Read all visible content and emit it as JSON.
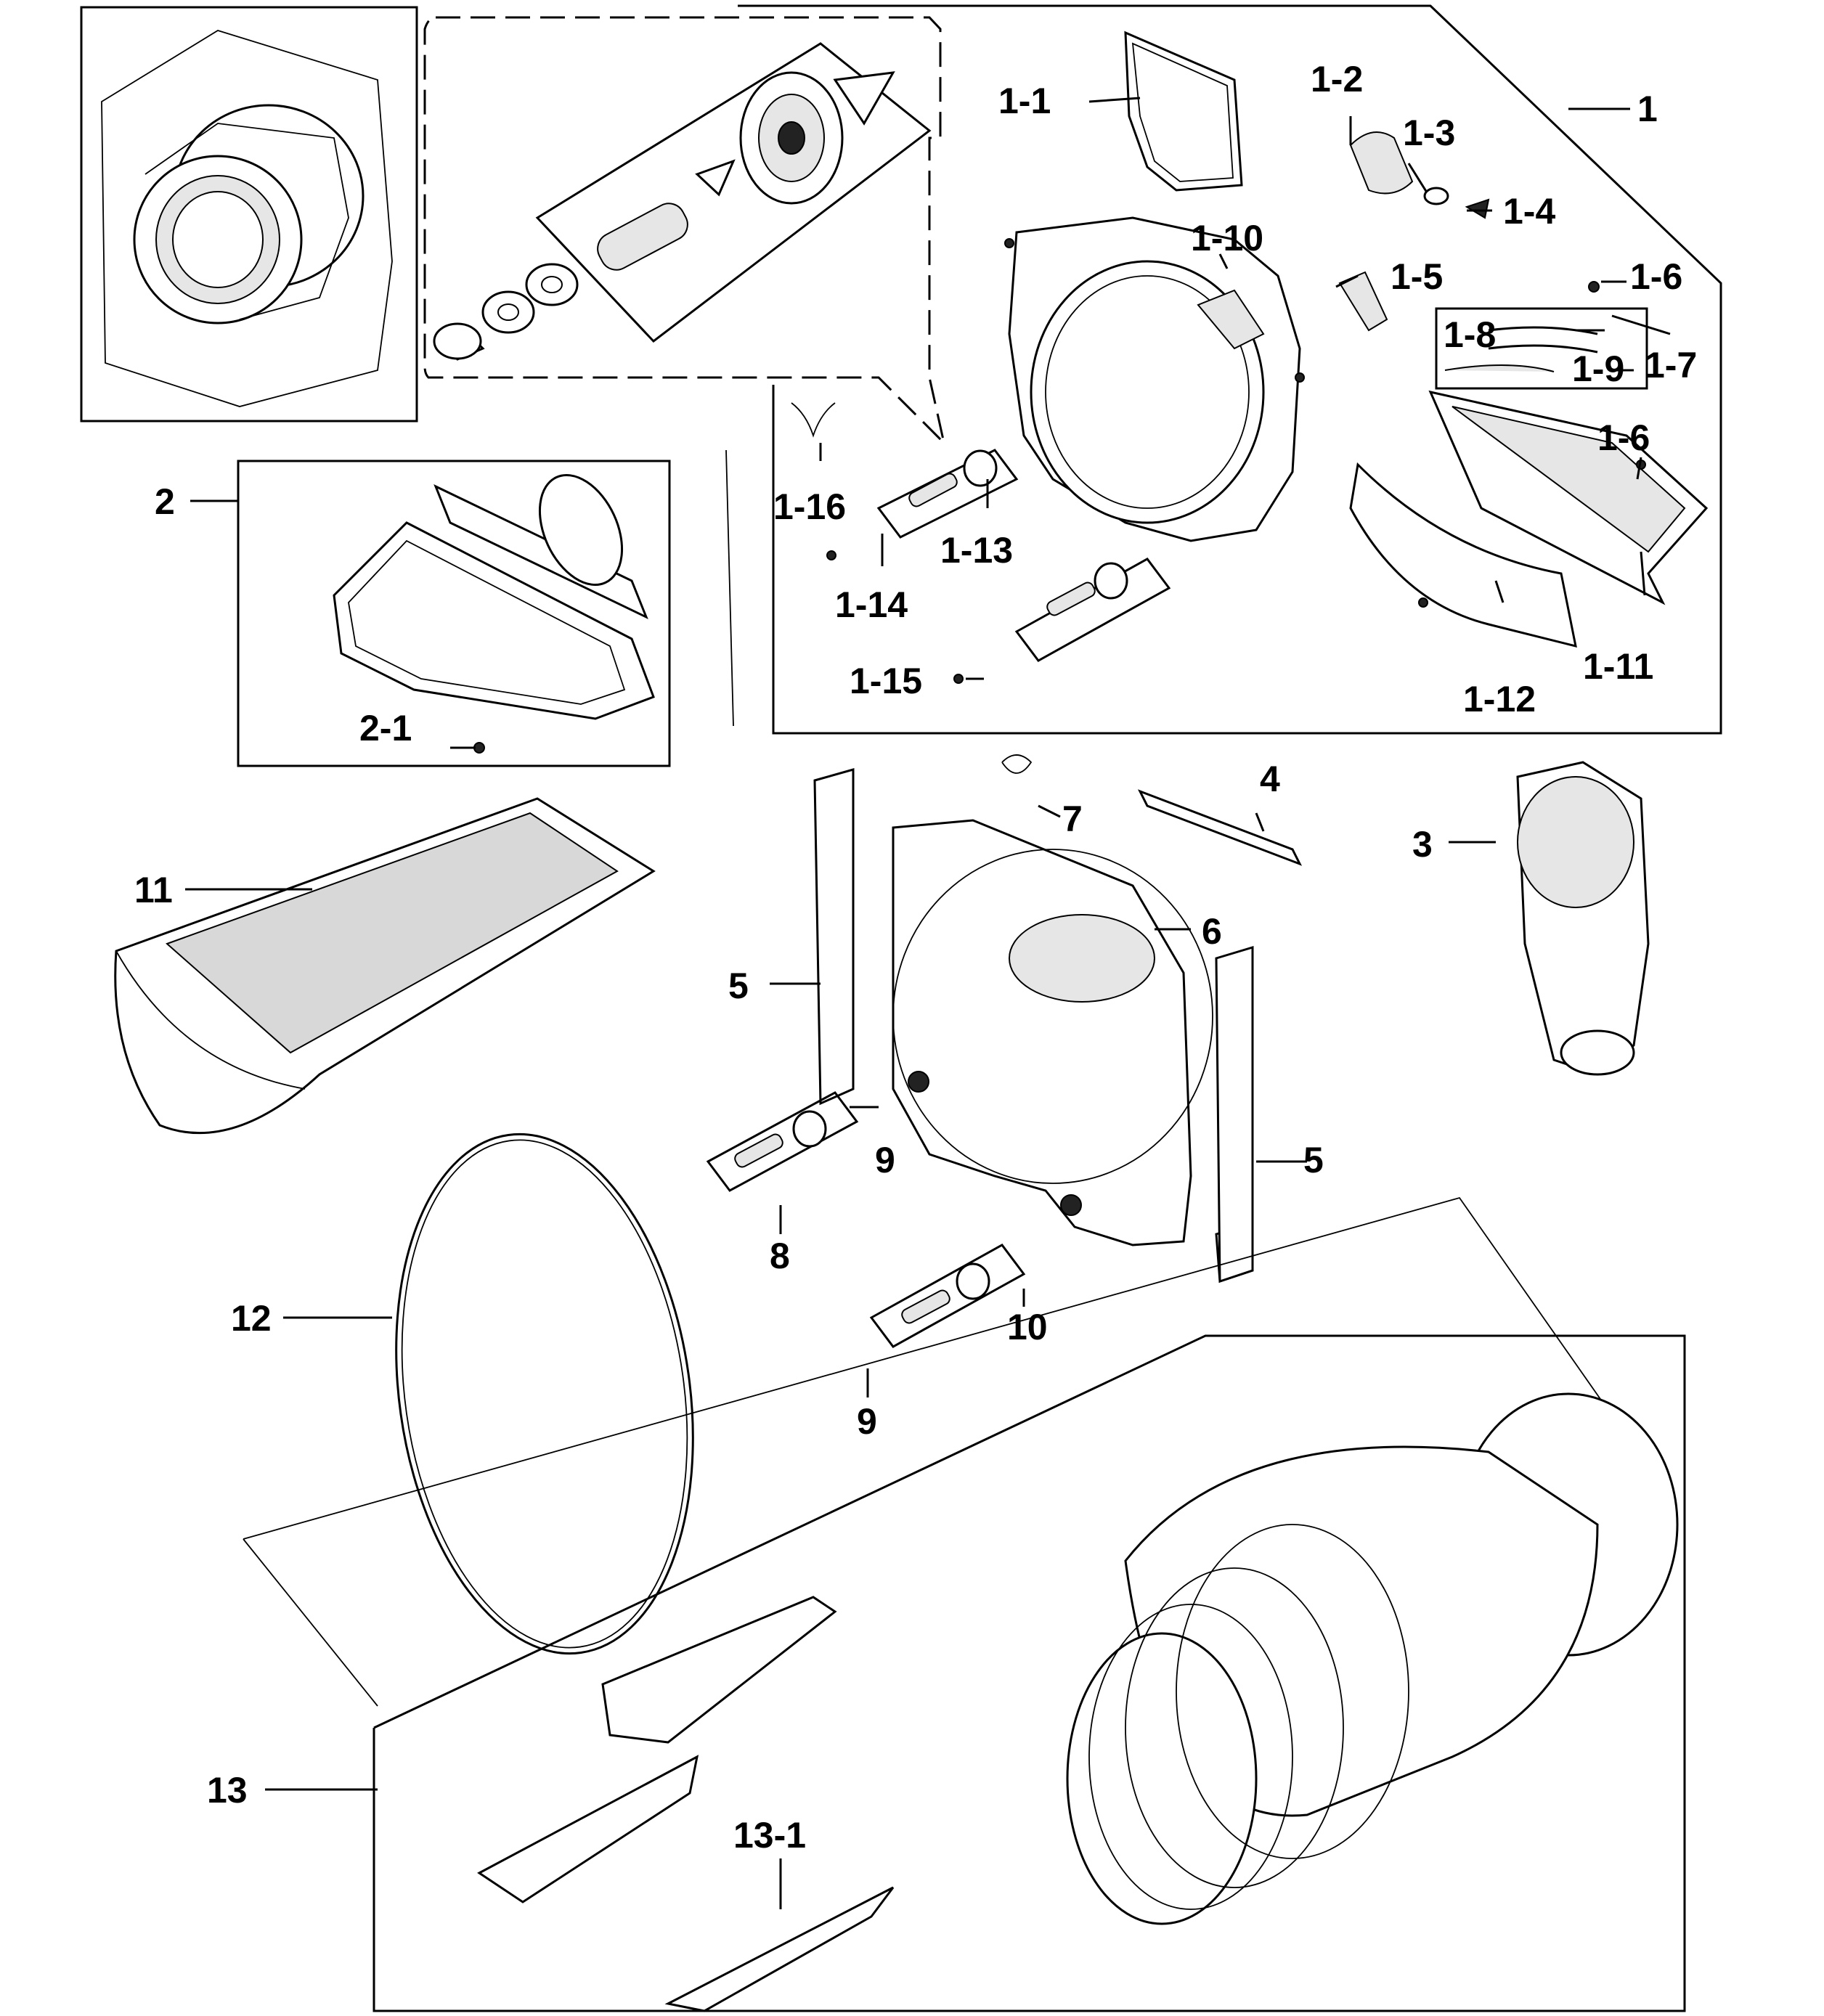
{
  "diagram": {
    "labels": {
      "l1": "1",
      "l1_1": "1-1",
      "l1_2": "1-2",
      "l1_3": "1-3",
      "l1_4": "1-4",
      "l1_5": "1-5",
      "l1_6a": "1-6",
      "l1_6b": "1-6",
      "l1_7": "1-7",
      "l1_8": "1-8",
      "l1_9": "1-9",
      "l1_10": "1-10",
      "l1_11": "1-11",
      "l1_12": "1-12",
      "l1_13": "1-13",
      "l1_14": "1-14",
      "l1_15": "1-15",
      "l1_16": "1-16",
      "l2": "2",
      "l2_1": "2-1",
      "l3": "3",
      "l4": "4",
      "l5a": "5",
      "l5b": "5",
      "l6": "6",
      "l7": "7",
      "l8": "8",
      "l9a": "9",
      "l9b": "9",
      "l10": "10",
      "l11": "11",
      "l12": "12",
      "l13": "13",
      "l13_1": "13-1"
    }
  }
}
